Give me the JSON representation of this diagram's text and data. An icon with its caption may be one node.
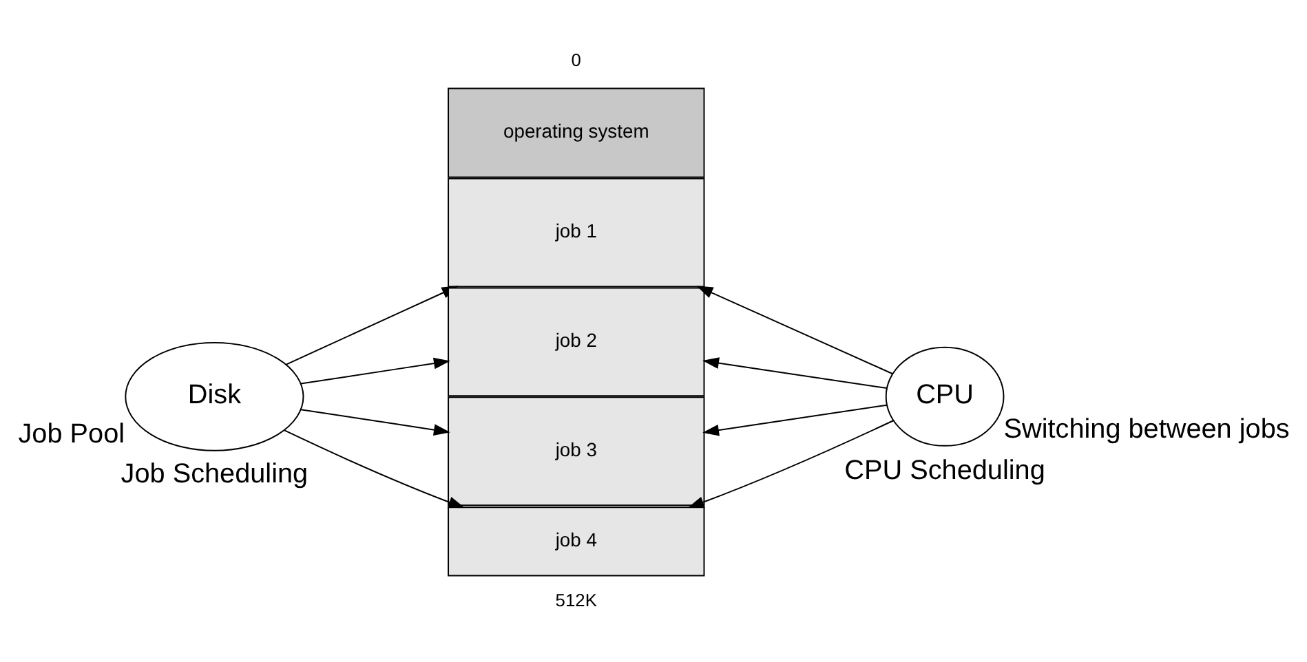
{
  "diagram": {
    "nodes": [
      {
        "text": [
          "Disk"
        ],
        "beside": [
          "Job Pool"
        ]
      },
      {
        "text": [
          "operating system"
        ]
      },
      {
        "text": [
          "job 1"
        ]
      },
      {
        "text": [
          "job 2"
        ]
      },
      {
        "text": [
          "job 3"
        ]
      },
      {
        "text": [
          "job 4"
        ]
      },
      {
        "text": [
          "CPU"
        ],
        "beside": [
          "Switching between jobs"
        ]
      }
    ],
    "edges": [
      {
        "from": 0,
        "to": 2,
        "arrow": "to"
      },
      {
        "from": 0,
        "to": 3,
        "arrow": "to"
      },
      {
        "from": 0,
        "to": 4,
        "arrow": "to"
      },
      {
        "from": 0,
        "to": 5,
        "arrow": "to"
      },
      {
        "from": 6,
        "to": 2,
        "arrow": "to"
      },
      {
        "from": 6,
        "to": 3,
        "arrow": "to"
      },
      {
        "from": 6,
        "to": 4,
        "arrow": "to"
      },
      {
        "from": 6,
        "to": 5,
        "arrow": "to"
      }
    ],
    "labels": [
      "0",
      "512K",
      "Job Scheduling",
      "CPU Scheduling"
    ]
  }
}
